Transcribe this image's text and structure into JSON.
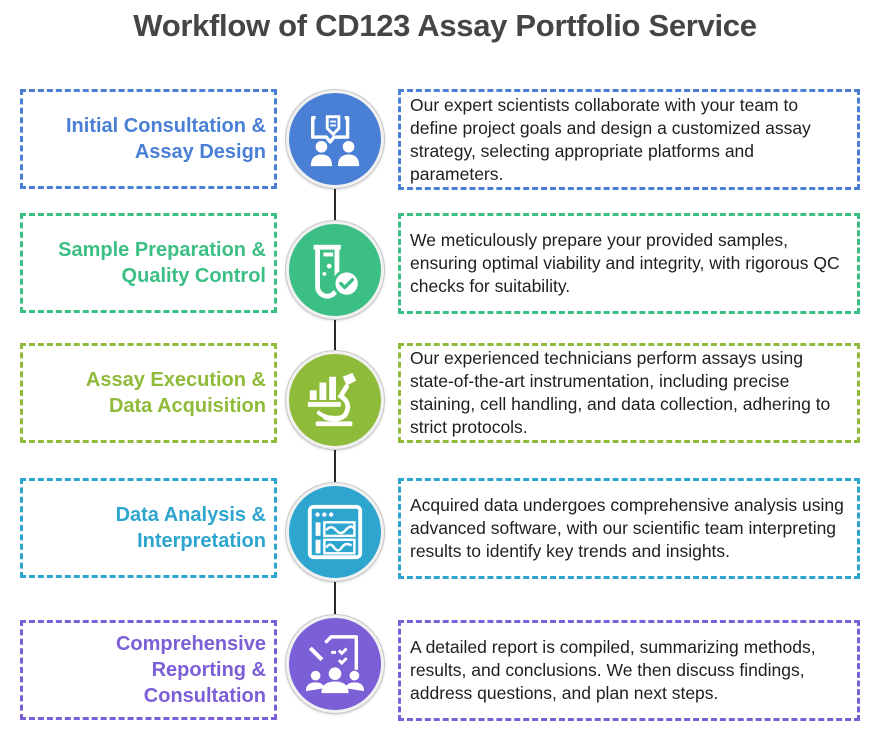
{
  "title": "Workflow of CD123 Assay Portfolio Service",
  "steps": [
    {
      "label": "Initial Consultation & Assay Design",
      "label_lines": [
        "Initial Consultation &",
        "Assay Design"
      ],
      "description": "Our expert scientists collaborate with your team to define project goals and design a customized assay strategy, selecting appropriate platforms and parameters.",
      "icon": "consultation-icon",
      "color": "#4a7fd6"
    },
    {
      "label": "Sample Preparation & Quality Control",
      "label_lines": [
        "Sample Preparation &",
        "Quality Control"
      ],
      "description": "We meticulously prepare your provided samples, ensuring optimal viability and integrity, with rigorous QC checks for suitability.",
      "icon": "test-tube-check-icon",
      "color": "#3cbf85"
    },
    {
      "label": "Assay Execution & Data Acquisition",
      "label_lines": [
        "Assay Execution &",
        "Data Acquisition"
      ],
      "description": "Our experienced technicians perform assays using state-of-the-art instrumentation, including precise staining, cell handling, and data collection, adhering to strict protocols.",
      "icon": "microscope-chart-icon",
      "color": "#8fbb3a"
    },
    {
      "label": "Data Analysis & Interpretation",
      "label_lines": [
        "Data Analysis &",
        "Interpretation"
      ],
      "description": "Acquired data undergoes comprehensive analysis using advanced software, with our scientific team interpreting results to identify key trends and insights.",
      "icon": "data-dashboard-icon",
      "color": "#2ea5cf"
    },
    {
      "label": "Comprehensive Reporting & Consultation",
      "label_lines": [
        "Comprehensive",
        "Reporting &",
        "Consultation"
      ],
      "description": "A detailed report is compiled, summarizing methods, results, and conclusions. We then discuss findings, address questions, and plan next steps.",
      "icon": "report-meeting-icon",
      "color": "#7b5fd6"
    }
  ]
}
